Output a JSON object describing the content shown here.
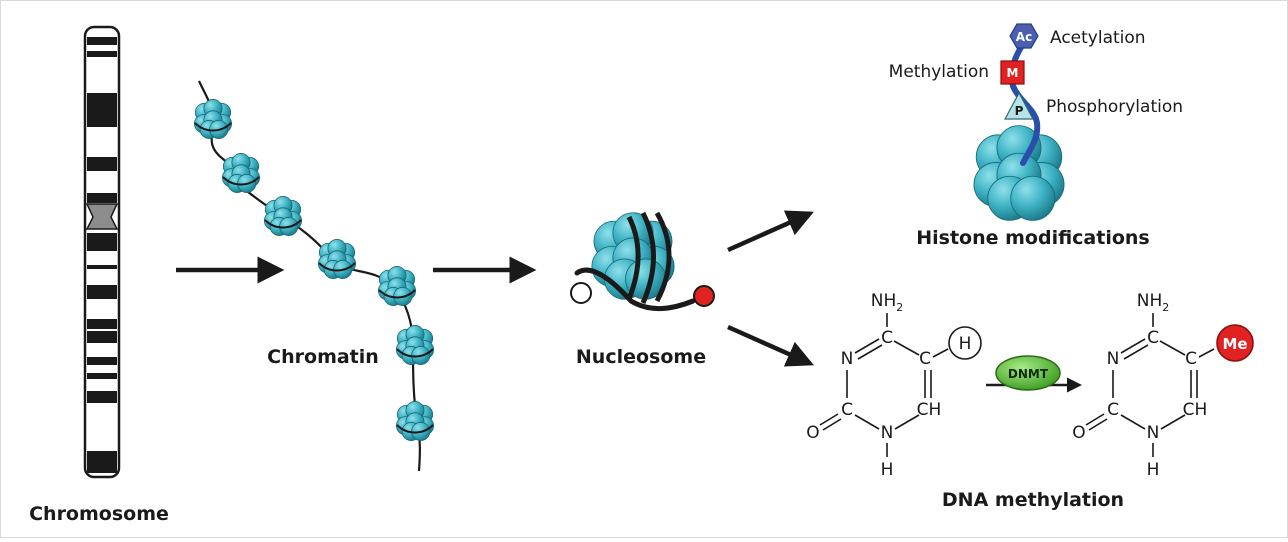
{
  "labels": {
    "chromosome": "Chromosome",
    "chromatin": "Chromatin",
    "nucleosome": "Nucleosome",
    "histone_modifications": "Histone modifications",
    "dna_methylation": "DNA methylation"
  },
  "histone_marks": {
    "acetylation": "Acetylation",
    "acetylation_symbol": "Ac",
    "methylation": "Methylation",
    "methylation_symbol": "M",
    "phosphorylation": "Phosphorylation",
    "phosphorylation_symbol": "P"
  },
  "cytosine": {
    "amine": "NH",
    "amine_sub": "2",
    "n3": "N",
    "c4": "C",
    "c5": "C",
    "c6": "CH",
    "n1": "N",
    "c2": "C",
    "oxygen": "O",
    "h1": "H",
    "substituent": "H"
  },
  "methylcytosine": {
    "amine": "NH",
    "amine_sub": "2",
    "n3": "N",
    "c4": "C",
    "c5": "C",
    "c6": "CH",
    "n1": "N",
    "c2": "C",
    "oxygen": "O",
    "h1": "H",
    "substituent": "Me"
  },
  "enzyme": "DNMT",
  "colors": {
    "histone_teal": "#3fb3c4",
    "histone_dark": "#1e7f8f",
    "acetyl_blue": "#4a5fb0",
    "methyl_red": "#e02222",
    "phospho_teal": "#b7e3e6",
    "enzyme_green": "#5ec63a",
    "tail_blue": "#2b4fa8"
  }
}
